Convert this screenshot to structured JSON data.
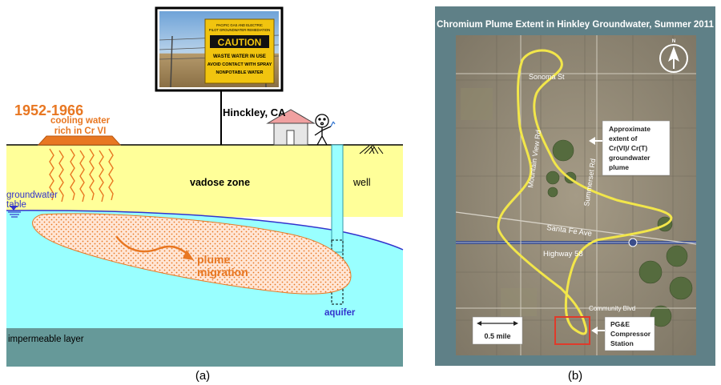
{
  "panel_a": {
    "sign": {
      "line1": "PACIFIC GAS AND ELECTRIC",
      "line2": "PILOT GROUNDWATER REMEDIATION",
      "heading": "CAUTION",
      "line3": "WASTE WATER IN USE",
      "line4": "AVOID CONTACT WITH SPRAY",
      "line5": "NONPOTABLE WATER"
    },
    "location": "Hinckley, CA",
    "years": "1952-1966",
    "cooling_line1": "cooling water",
    "cooling_line2": "rich in Cr VI",
    "groundwater_line1": "groundwater",
    "groundwater_line2": "table",
    "vadose": "vadose zone",
    "well": "well",
    "plume_line1": "plume",
    "plume_line2": "migration",
    "aquifer": "aquifer",
    "impermeable": "impermeable layer",
    "caption": "(a)",
    "colors": {
      "vadose": "#ffff99",
      "aquifer": "#99ffff",
      "impermeable": "#669999",
      "orange": "#e87722",
      "blue": "#3333cc"
    }
  },
  "panel_b": {
    "title": "Chromium Plume Extent in Hinkley Groundwater, Summer 2011",
    "roads": {
      "sonoma": "Sonoma St",
      "mountain_view": "Mountain View Rd",
      "summerset": "Summerset Rd",
      "santa_fe": "Santa Fe Ave",
      "highway": "Highway 58",
      "community": "Community Blvd"
    },
    "callout_line1": "Approximate",
    "callout_line2": "extent of",
    "callout_line3": "Cr(VI)/ Cr(T)",
    "callout_line4": "groundwater",
    "callout_line5": "plume",
    "scale": "0.5 mile",
    "station_line1": "PG&E",
    "station_line2": "Compressor",
    "station_line3": "Station",
    "north": "N",
    "caption": "(b)",
    "colors": {
      "frame": "#5f8087",
      "plume": "#f2e64a",
      "station_box": "#e03a2a"
    }
  }
}
